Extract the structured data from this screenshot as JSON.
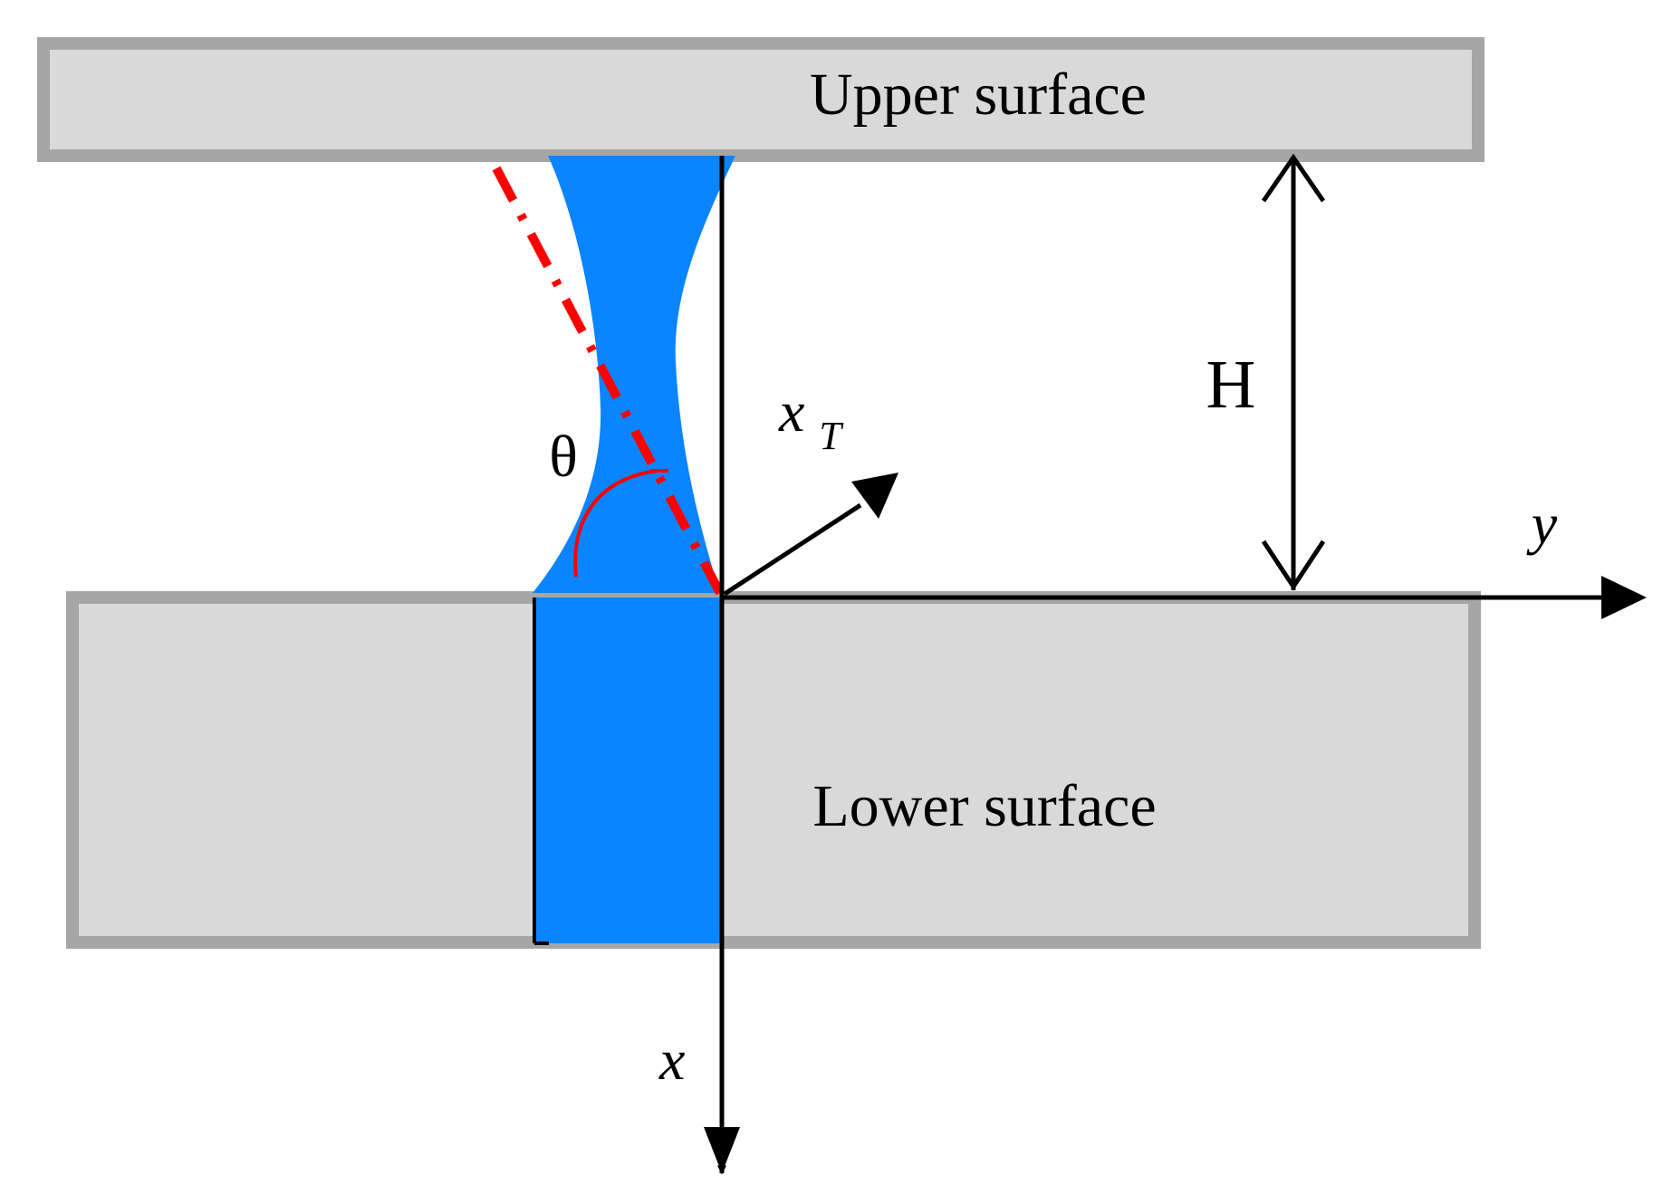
{
  "labels": {
    "upper_surface": "Upper surface",
    "lower_surface": "Lower surface",
    "height": "H",
    "angle": "θ",
    "x_axis": "x",
    "y_axis": "y",
    "xt_axis_main": "x",
    "xt_axis_sub": "T"
  },
  "colors": {
    "surface_fill": "#d9d9d9",
    "surface_border": "#a6a6a6",
    "liquid": "#0a84ff",
    "contact_line": "#ff0000",
    "axis": "#000000"
  }
}
